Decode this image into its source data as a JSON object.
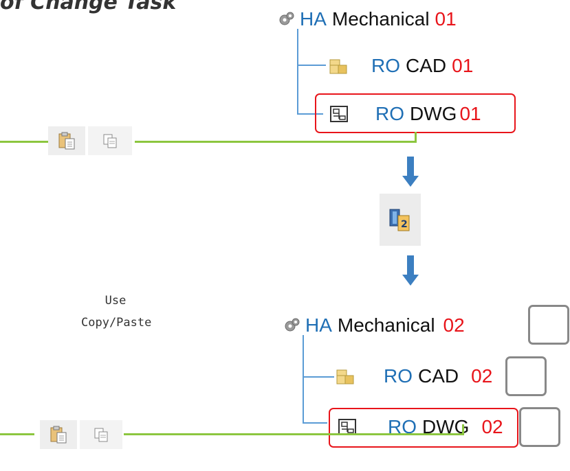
{
  "title": "of Change Task",
  "note": {
    "line1": "Use",
    "line2": "Copy/Paste"
  },
  "tree_before": {
    "root": {
      "type": "HA",
      "name": "Mechanical",
      "rev": "01"
    },
    "child1": {
      "type": "RO",
      "name": "CAD",
      "rev": "01"
    },
    "child2": {
      "type": "RO",
      "name": "DWG",
      "rev": "01"
    }
  },
  "tree_after": {
    "root": {
      "type": "HA",
      "name": "Mechanical",
      "rev": "02"
    },
    "child1": {
      "type": "RO",
      "name": "CAD",
      "rev": "02"
    },
    "child2": {
      "type": "RO",
      "name": "DWG",
      "rev": "02"
    }
  },
  "icons": {
    "root": "gear-icon",
    "cad": "part-icon",
    "dwg": "drawing-icon",
    "paste": "paste-icon",
    "copy": "copy-icon",
    "revise": "revise-icon",
    "arrow": "arrow-down-icon"
  },
  "colors": {
    "type_code": "#1f6fb5",
    "revision": "#e8141a",
    "connector": "#8cc63f",
    "tree_line": "#5a9bd5",
    "highlight_box": "#e8141a",
    "revision_box": "#888888"
  }
}
